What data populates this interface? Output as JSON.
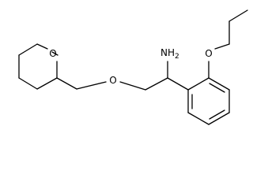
{
  "atoms": {
    "amine": {
      "symbol": "NH",
      "subscript": "2"
    },
    "ether_oxygen": "O",
    "ring_oxygen": "O",
    "ethoxy_oxygen": "O"
  },
  "colors": {
    "bond": "#000000",
    "label": "#000000",
    "background": "#ffffff"
  }
}
